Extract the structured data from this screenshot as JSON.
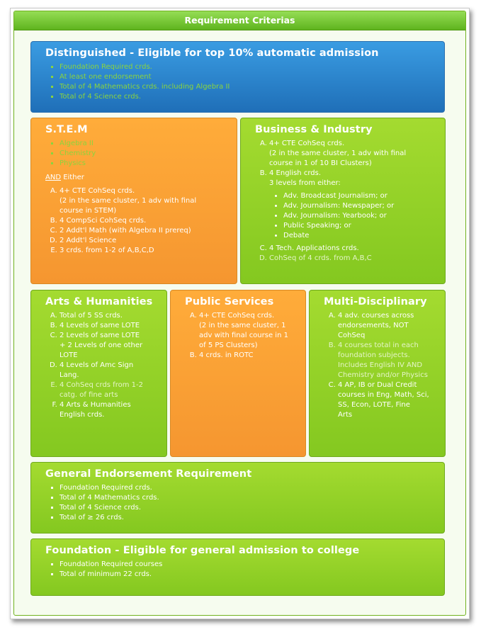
{
  "header": {
    "title": "Requirement Criterias"
  },
  "distinguished": {
    "title": "Distinguished - Eligible for top 10% automatic admission",
    "items": [
      "Foundation Required crds.",
      "At least one endorsement",
      "Total of 4 Mathematics crds. including Algebra II",
      "Total of 4 Science crds."
    ]
  },
  "stem": {
    "title": "S.T.E.M",
    "subjects": [
      "Algebra II",
      "Chemistry",
      "Physics"
    ],
    "and_label": "AND",
    "either_label": " Either",
    "options": [
      {
        "main": "4+ CTE CohSeq crds.",
        "sub1": "(2 in the same cluster, 1 adv with final",
        "sub2": "course in STEM)"
      },
      {
        "main": "4 CompSci CohSeq crds."
      },
      {
        "main": "2 Addt'l Math (with Algebra II prereq)"
      },
      {
        "main": "2 Addt'l Science"
      },
      {
        "main": "3 crds. from 1-2 of A,B,C,D"
      }
    ]
  },
  "business": {
    "title": "Business & Industry",
    "a_main": "4+ CTE CohSeq crds.",
    "a_sub1": "(2 in the same cluster, 1 adv with final",
    "a_sub2": "course in 1 of 10 BI Clusters)",
    "b_main": "4 English crds.",
    "b_sub": "3 levels from either:",
    "b_list": [
      "Adv. Broadcast Journalism; or",
      "Adv. Journalism: Newspaper; or",
      "Adv. Journalism: Yearbook; or",
      "Public Speaking; or",
      "Debate"
    ],
    "c": "4 Tech. Applications crds.",
    "d": "CohSeq of 4 crds. from A,B,C"
  },
  "arts": {
    "title": "Arts & Humanities",
    "a": "Total of 5 SS crds.",
    "b": "4 Levels of same LOTE",
    "c1": "2 Levels of same LOTE",
    "c2": "+ 2 Levels of one other",
    "c3": "LOTE",
    "d1": "4 Levels of Amc Sign",
    "d2": "Lang.",
    "e1": "4 CohSeq crds from 1-2",
    "e2": "catg. of fine arts",
    "f1": "4 Arts & Humanities",
    "f2": "English crds."
  },
  "public": {
    "title": "Public Services",
    "a1": "4+ CTE CohSeq crds.",
    "a2": "(2 in the same cluster, 1",
    "a3": "adv with final course in 1",
    "a4": "of 5 PS Clusters)",
    "b": "4 crds. in ROTC"
  },
  "multi": {
    "title": "Multi-Disciplinary",
    "a1": "4 adv. courses across",
    "a2": "endorsements, NOT",
    "a3": "CohSeq",
    "b1": "4 courses total in each",
    "b2": "foundation subjects.",
    "b3": "Includes English IV AND",
    "b4": "Chemistry and/or Physics",
    "c1": "4 AP, IB or Dual Credit",
    "c2": "courses in Eng, Math, Sci,",
    "c3": "SS, Econ, LOTE, Fine",
    "c4": "Arts"
  },
  "general": {
    "title": "General Endorsement Requirement",
    "items": [
      "Foundation Required crds.",
      "Total of 4 Mathematics crds.",
      "Total of 4 Science crds.",
      "Total of ≥ 26 crds."
    ]
  },
  "foundation": {
    "title": "Foundation - Eligible for general admission to college",
    "items": [
      "Foundation Required courses",
      "Total of minimum 22 crds."
    ]
  },
  "colors": {
    "header_green": "#6fc22a",
    "box_green": "#8dce22",
    "box_orange": "#f9a034",
    "box_blue": "#2b84d0",
    "list_text_green": "#8bd43d"
  }
}
